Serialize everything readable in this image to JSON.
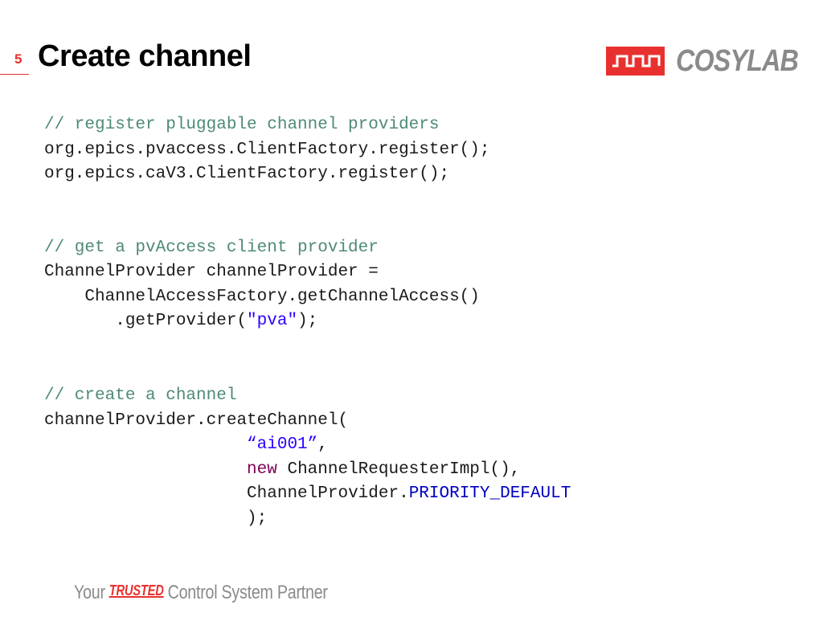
{
  "slide": {
    "number": "5",
    "title": "Create channel"
  },
  "logo": {
    "text": "COSYLAB",
    "brand_color": "#e8312f",
    "text_color": "#8a8a8a"
  },
  "code": {
    "block1": {
      "comment": "// register pluggable channel providers",
      "line1": "org.epics.pvaccess.ClientFactory.register();",
      "line2": "org.epics.caV3.ClientFactory.register();"
    },
    "block2": {
      "comment": "// get a pvAccess client provider",
      "line1": "ChannelProvider channelProvider =",
      "line2": "    ChannelAccessFactory.getChannelAccess()",
      "line3_prefix": "       .getProvider(",
      "line3_string": "\"pva\"",
      "line3_suffix": ");"
    },
    "block3": {
      "comment": "// create a channel",
      "line1": "channelProvider.createChannel(",
      "indent": "                    ",
      "arg1": "“ai001”",
      "arg1_suffix": ",",
      "arg2_keyword": "new",
      "arg2_rest": " ChannelRequesterImpl(),",
      "arg3_prefix": "ChannelProvider.",
      "arg3_field": "PRIORITY_DEFAULT",
      "close": ");"
    }
  },
  "footer": {
    "your": "Your",
    "trusted": "TRUSTED",
    "rest": "Control System Partner"
  }
}
